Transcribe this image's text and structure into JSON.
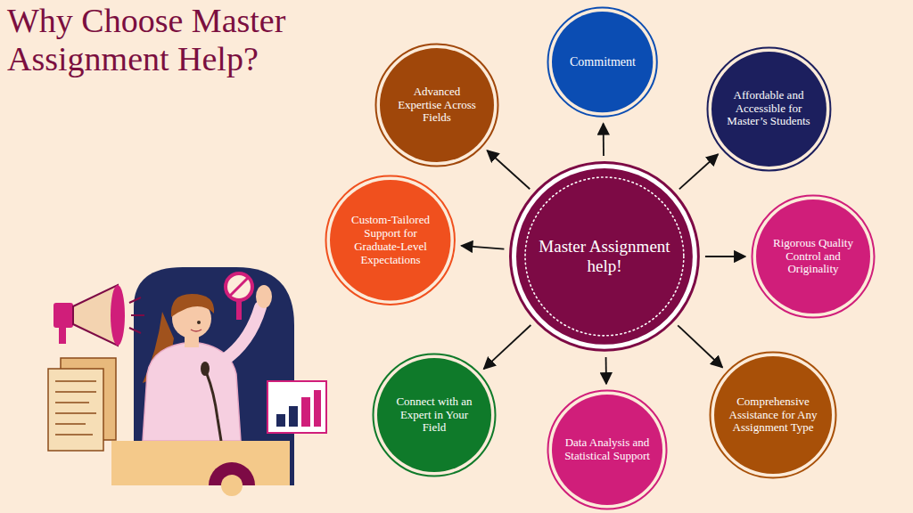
{
  "diagram": {
    "title": "Why Choose Master Assignment Help?",
    "nodes": [
      {
        "text": [
          "Commitment"
        ]
      },
      {
        "text": [
          "Advanced Expertise Across Fields"
        ]
      },
      {
        "text": [
          "Affordable and Accessible for Master’s Students"
        ]
      },
      {
        "text": [
          "Custom-Tailored Support for Graduate-Level Expectations"
        ]
      },
      {
        "text": [
          "Master Assignment help!"
        ]
      },
      {
        "text": [
          "Rigorous Quality Control and Originality"
        ]
      },
      {
        "text": [
          "Connect with an Expert in Your Field"
        ]
      },
      {
        "text": [
          "Comprehensive Assistance for Any Assignment Type"
        ]
      },
      {
        "text": [
          "Data Analysis and Statistical Support"
        ]
      }
    ],
    "edges": [
      {
        "from": 4,
        "to": 0,
        "arrow": "to"
      },
      {
        "from": 4,
        "to": 1,
        "arrow": "to"
      },
      {
        "from": 4,
        "to": 2,
        "arrow": "to"
      },
      {
        "from": 4,
        "to": 3,
        "arrow": "to"
      },
      {
        "from": 4,
        "to": 5,
        "arrow": "to"
      },
      {
        "from": 4,
        "to": 6,
        "arrow": "to"
      },
      {
        "from": 4,
        "to": 7,
        "arrow": "to"
      },
      {
        "from": 4,
        "to": 8,
        "arrow": "to"
      }
    ]
  }
}
